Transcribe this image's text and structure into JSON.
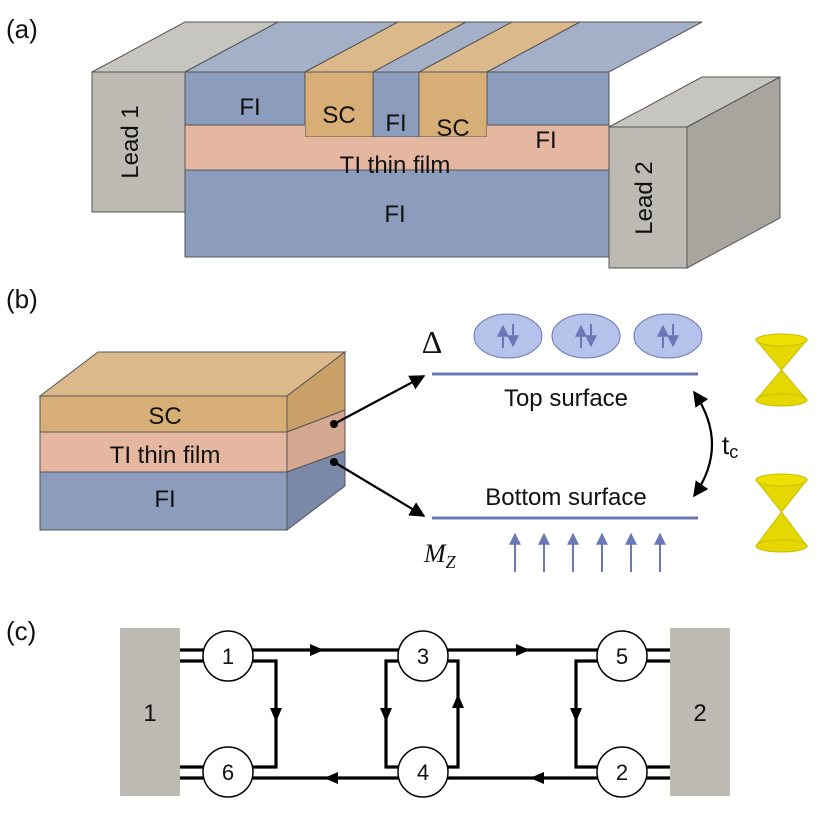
{
  "panels": {
    "a": "(a)",
    "b": "(b)",
    "c": "(c)"
  },
  "device_a": {
    "lead1": "Lead 1",
    "lead2": "Lead 2",
    "fi_left": "FI",
    "sc_left": "SC",
    "fi_mid": "FI",
    "sc_right": "SC",
    "fi_right": "FI",
    "ti_film": "TI thin film",
    "fi_bottom": "FI"
  },
  "stack_b": {
    "sc": "SC",
    "ti_film": "TI thin film",
    "fi": "FI",
    "delta": "Δ",
    "top_surface": "Top surface",
    "bottom_surface": "Bottom surface",
    "tc_main": "t",
    "tc_sub": "c",
    "mz_main": "M",
    "mz_sub": "Z",
    "spin_pairs": 3,
    "moment_arrows": 6
  },
  "network_c": {
    "lead_left": "1",
    "lead_right": "2",
    "nodes": [
      "1",
      "3",
      "5",
      "6",
      "4",
      "2"
    ]
  },
  "colors": {
    "fi": "#8c9cbc",
    "ti": "#e5b7a1",
    "sc": "#d8ae77",
    "lead": "#bdbab3",
    "outline": "#555555",
    "surface_line": "#6a78b8",
    "cone": "#e4d800",
    "cooper_pair": "#b5c2ea"
  }
}
